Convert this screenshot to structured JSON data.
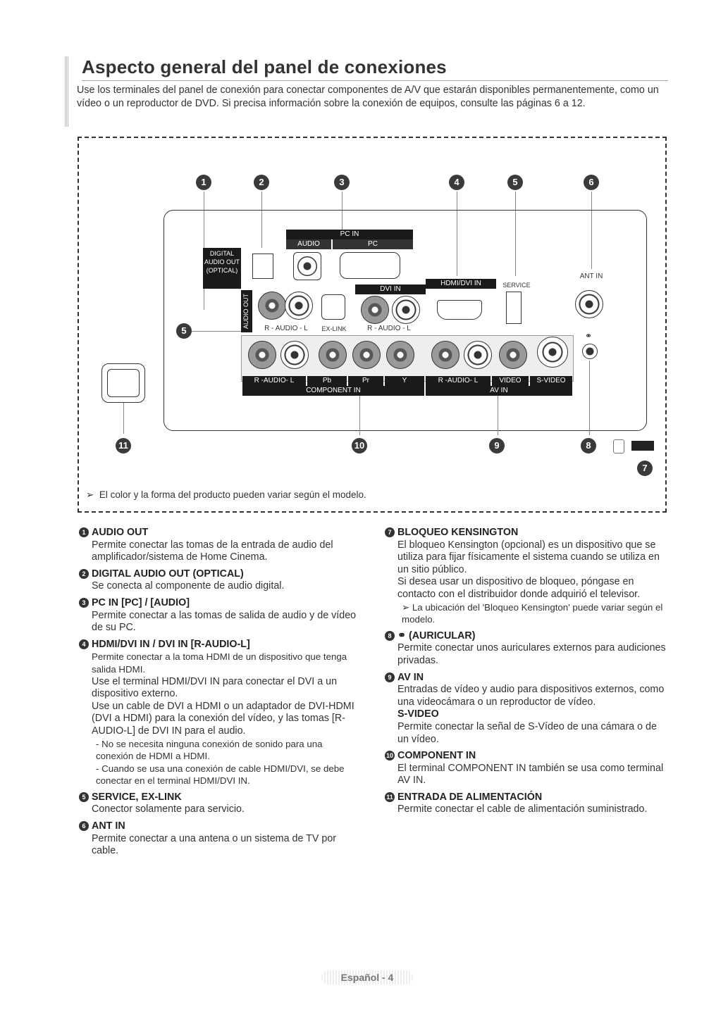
{
  "header": {
    "title": "Aspecto general del panel de conexiones",
    "intro": "Use los terminales del panel de conexión para conectar componentes de A/V que estarán disponibles permanentemente, como un vídeo o un reproductor de DVD. Si precisa información sobre la conexión de equipos, consulte las páginas 6 a 12."
  },
  "diagram": {
    "callouts": [
      "1",
      "2",
      "3",
      "4",
      "5",
      "6",
      "5",
      "11",
      "10",
      "9",
      "8",
      "7"
    ],
    "labels": {
      "pc_in": "PC IN",
      "audio": "AUDIO",
      "pc": "PC",
      "digital_audio_out": "DIGITAL AUDIO OUT (OPTICAL)",
      "audio_out": "AUDIO OUT",
      "dvi_in": "DVI IN",
      "hdmi_dvi_in": "HDMI/DVI IN",
      "service": "SERVICE",
      "ant_in": "ANT IN",
      "r_audio_l_small": "R - AUDIO - L",
      "ex_link": "EX-LINK",
      "r_audio_l": "R - AUDIO - L",
      "r_audio_l_comp": "R -AUDIO- L",
      "pb": "Pb",
      "pr": "Pr",
      "y": "Y",
      "r_audio_l_av": "R -AUDIO- L",
      "video": "VIDEO",
      "s_video": "S-VIDEO",
      "component_in": "COMPONENT IN",
      "av_in": "AV IN"
    },
    "note": "El color y la forma del producto pueden variar según el modelo."
  },
  "items_left": [
    {
      "num": "1",
      "title": "AUDIO OUT",
      "lines": [
        "Permite conectar las tomas de la entrada de audio del amplificador/sistema de Home Cinema."
      ]
    },
    {
      "num": "2",
      "title": "DIGITAL AUDIO OUT (OPTICAL)",
      "lines": [
        "Se conecta al componente de audio digital."
      ]
    },
    {
      "num": "3",
      "title": "PC IN [PC] / [AUDIO]",
      "lines": [
        "Permite conectar a las tomas de salida de audio y de vídeo de su PC."
      ]
    },
    {
      "num": "4",
      "title": "HDMI/DVI IN / DVI IN [R-AUDIO-L]",
      "lines": [
        "Permite conectar a la toma HDMI de un dispositivo que tenga salida HDMI.",
        "Use el terminal HDMI/DVI IN para conectar el DVI a un dispositivo externo.",
        "Use un cable de DVI a HDMI o un adaptador de DVI-HDMI (DVI a HDMI) para la conexión del vídeo, y las tomas [R-AUDIO-L] de DVI IN para el audio.",
        "- No se necesita ninguna conexión de sonido para una conexión de HDMI a HDMI.",
        "- Cuando se usa una conexión de cable HDMI/DVI, se debe conectar en el terminal HDMI/DVI IN."
      ]
    },
    {
      "num": "5",
      "title": "SERVICE, EX-LINK",
      "lines": [
        "Conector solamente para servicio."
      ]
    },
    {
      "num": "6",
      "title": "ANT IN",
      "lines": [
        "Permite conectar a una antena o un sistema de TV por cable."
      ]
    }
  ],
  "items_right": [
    {
      "num": "7",
      "title": "BLOQUEO KENSINGTON",
      "lines": [
        "El bloqueo Kensington (opcional) es un dispositivo que se utiliza para fijar físicamente el sistema cuando se utiliza en un sitio público.",
        "Si desea usar un dispositivo de bloqueo, póngase en contacto con el distribuidor donde adquirió el televisor.",
        "➢ La ubicación del 'Bloqueo Kensington' puede variar según el modelo."
      ]
    },
    {
      "num": "8",
      "title": "(AURICULAR)",
      "lines": [
        "Permite conectar unos auriculares externos para audiciones privadas."
      ]
    },
    {
      "num": "9",
      "title": "AV IN",
      "lines": [
        "Entradas de vídeo y audio para dispositivos externos, como una videocámara o un reproductor de vídeo."
      ],
      "subtitle": "S-VIDEO",
      "sublines": [
        "Permite conectar la señal de S-Vídeo de una cámara o de un vídeo."
      ]
    },
    {
      "num": "10",
      "title": "COMPONENT IN",
      "lines": [
        "El terminal COMPONENT IN también se usa como terminal AV IN."
      ]
    },
    {
      "num": "11",
      "title": "ENTRADA DE ALIMENTACIÓN",
      "lines": [
        "Permite conectar el cable de alimentación suministrado."
      ]
    }
  ],
  "footer": {
    "page": "Español - 4"
  }
}
